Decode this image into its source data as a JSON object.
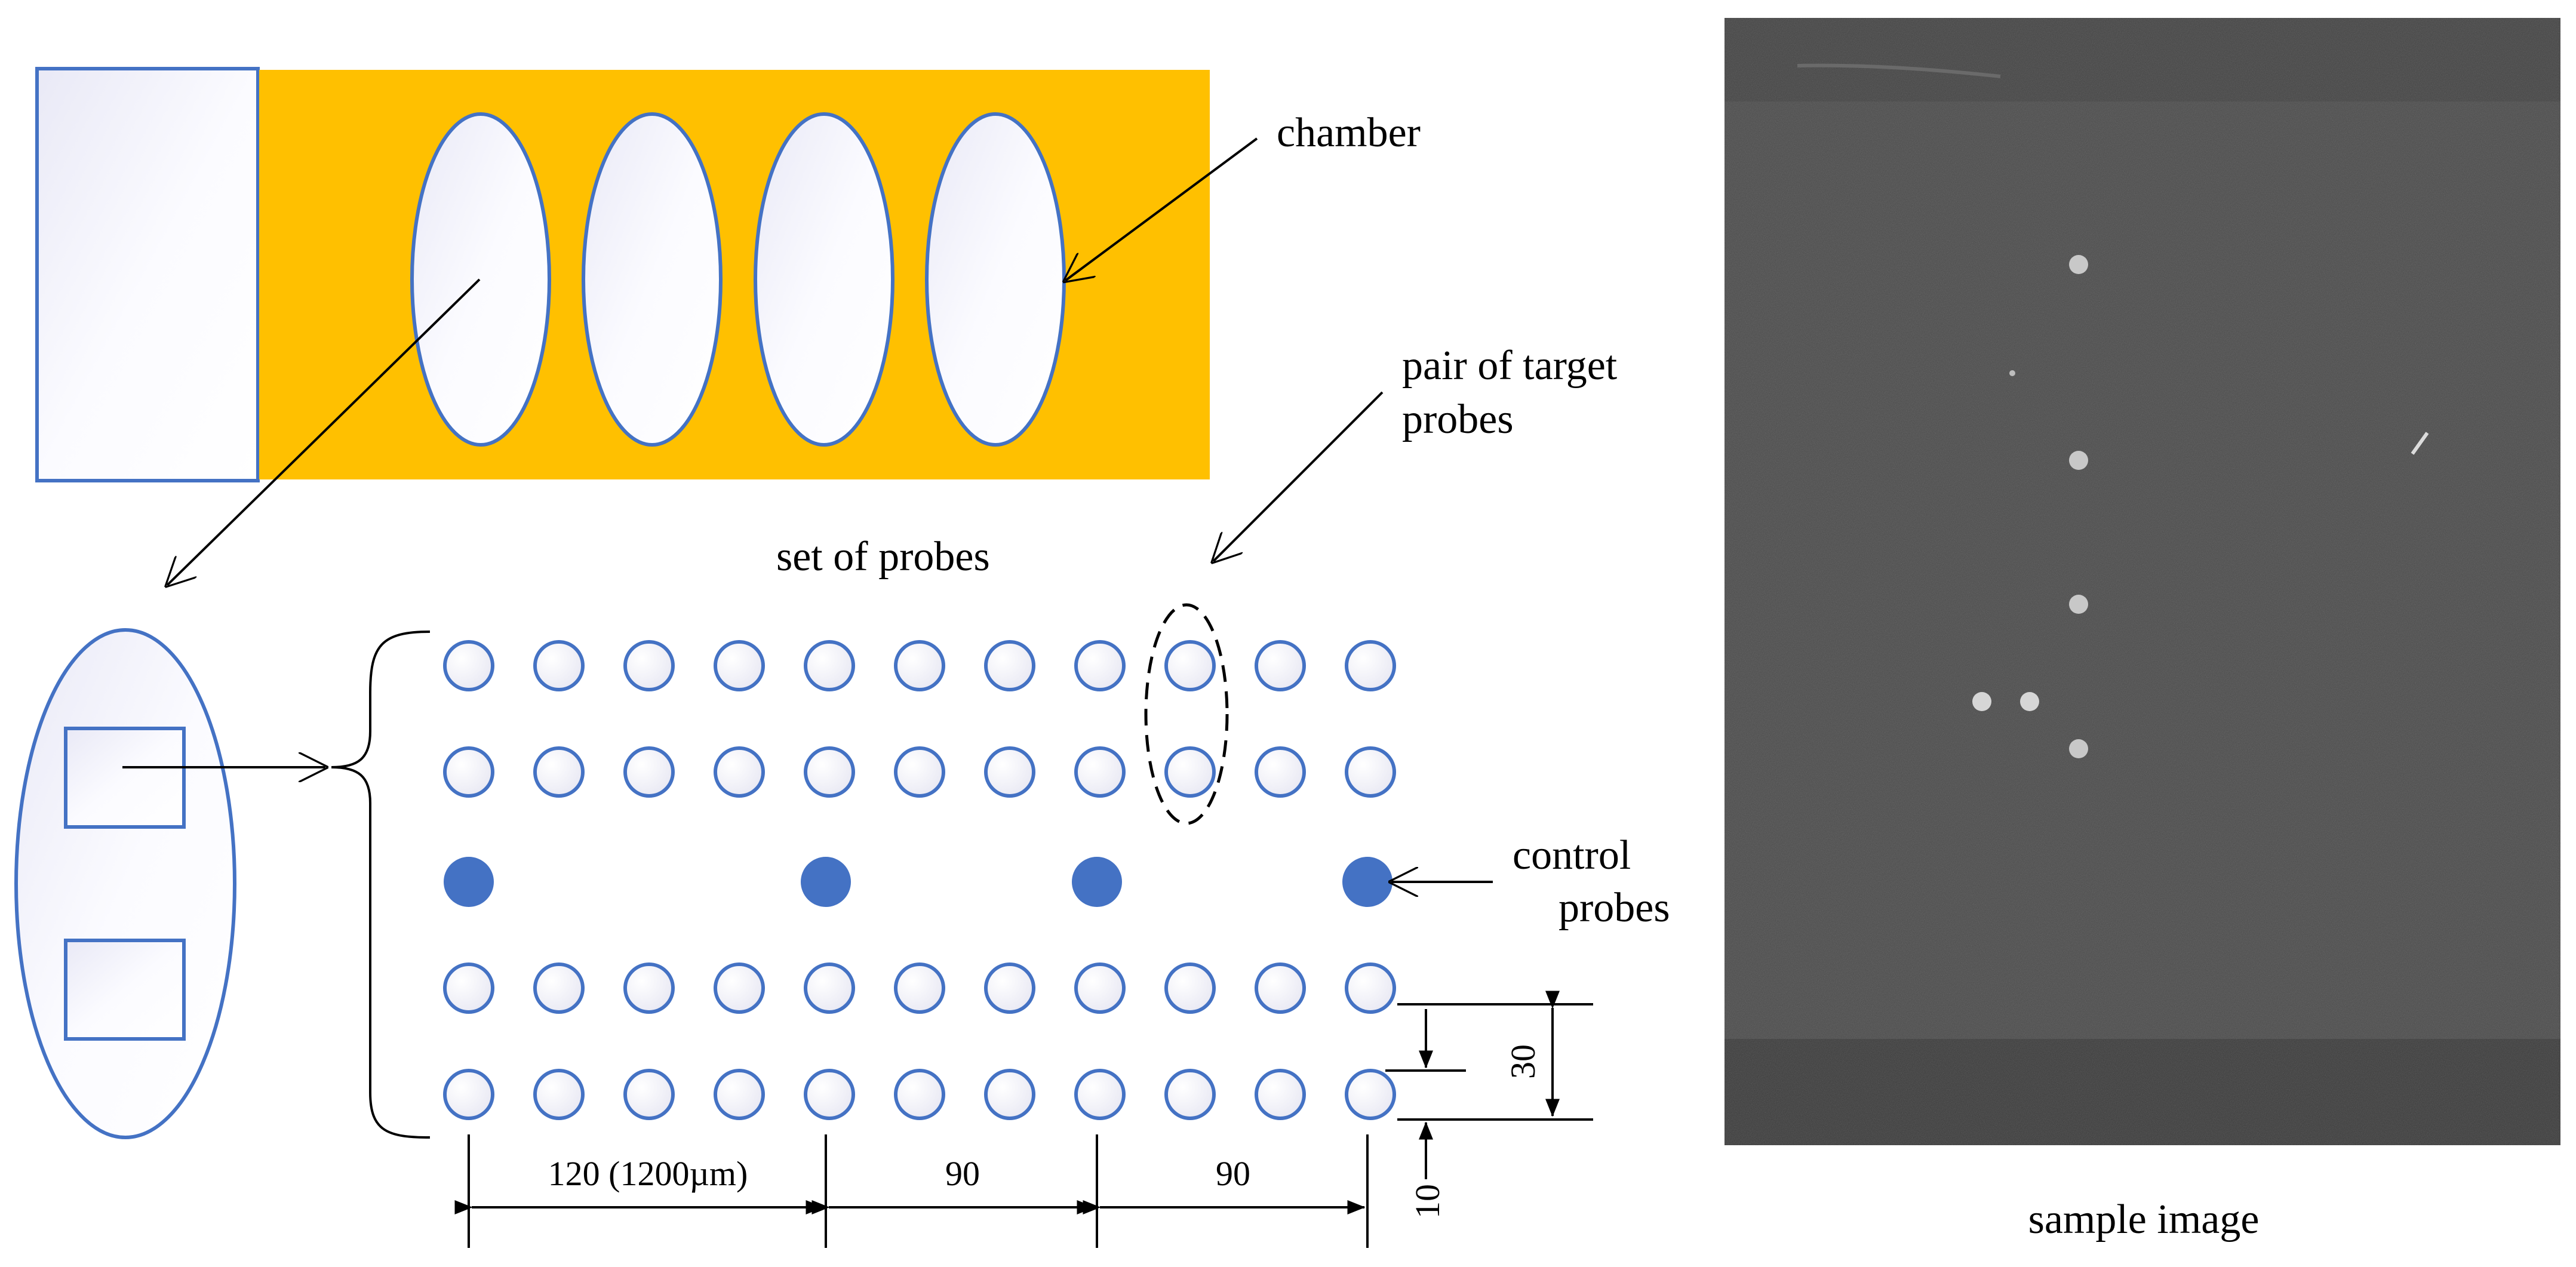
{
  "labels": {
    "chamber": "chamber",
    "pair_target_line1": "pair of target",
    "pair_target_line2": "probes",
    "set_of_probes": "set of probes",
    "control_line1": "control",
    "control_line2": "probes",
    "sample_image": "sample image"
  },
  "dimensions": {
    "d1": "120 (1200µm)",
    "d2": "90",
    "d3": "90",
    "v30": "30",
    "v10": "10"
  },
  "colors": {
    "chip_fill": "#FFC000",
    "outline_blue": "#4472C4",
    "probe_fill": "#4472C4",
    "sample_bg": "#4a4a4a",
    "sample_band": "#3b3b3b",
    "sample_spot": "#c8c8c8"
  },
  "icons": {
    "arrow": "arrowhead",
    "brace": "curly-brace"
  }
}
